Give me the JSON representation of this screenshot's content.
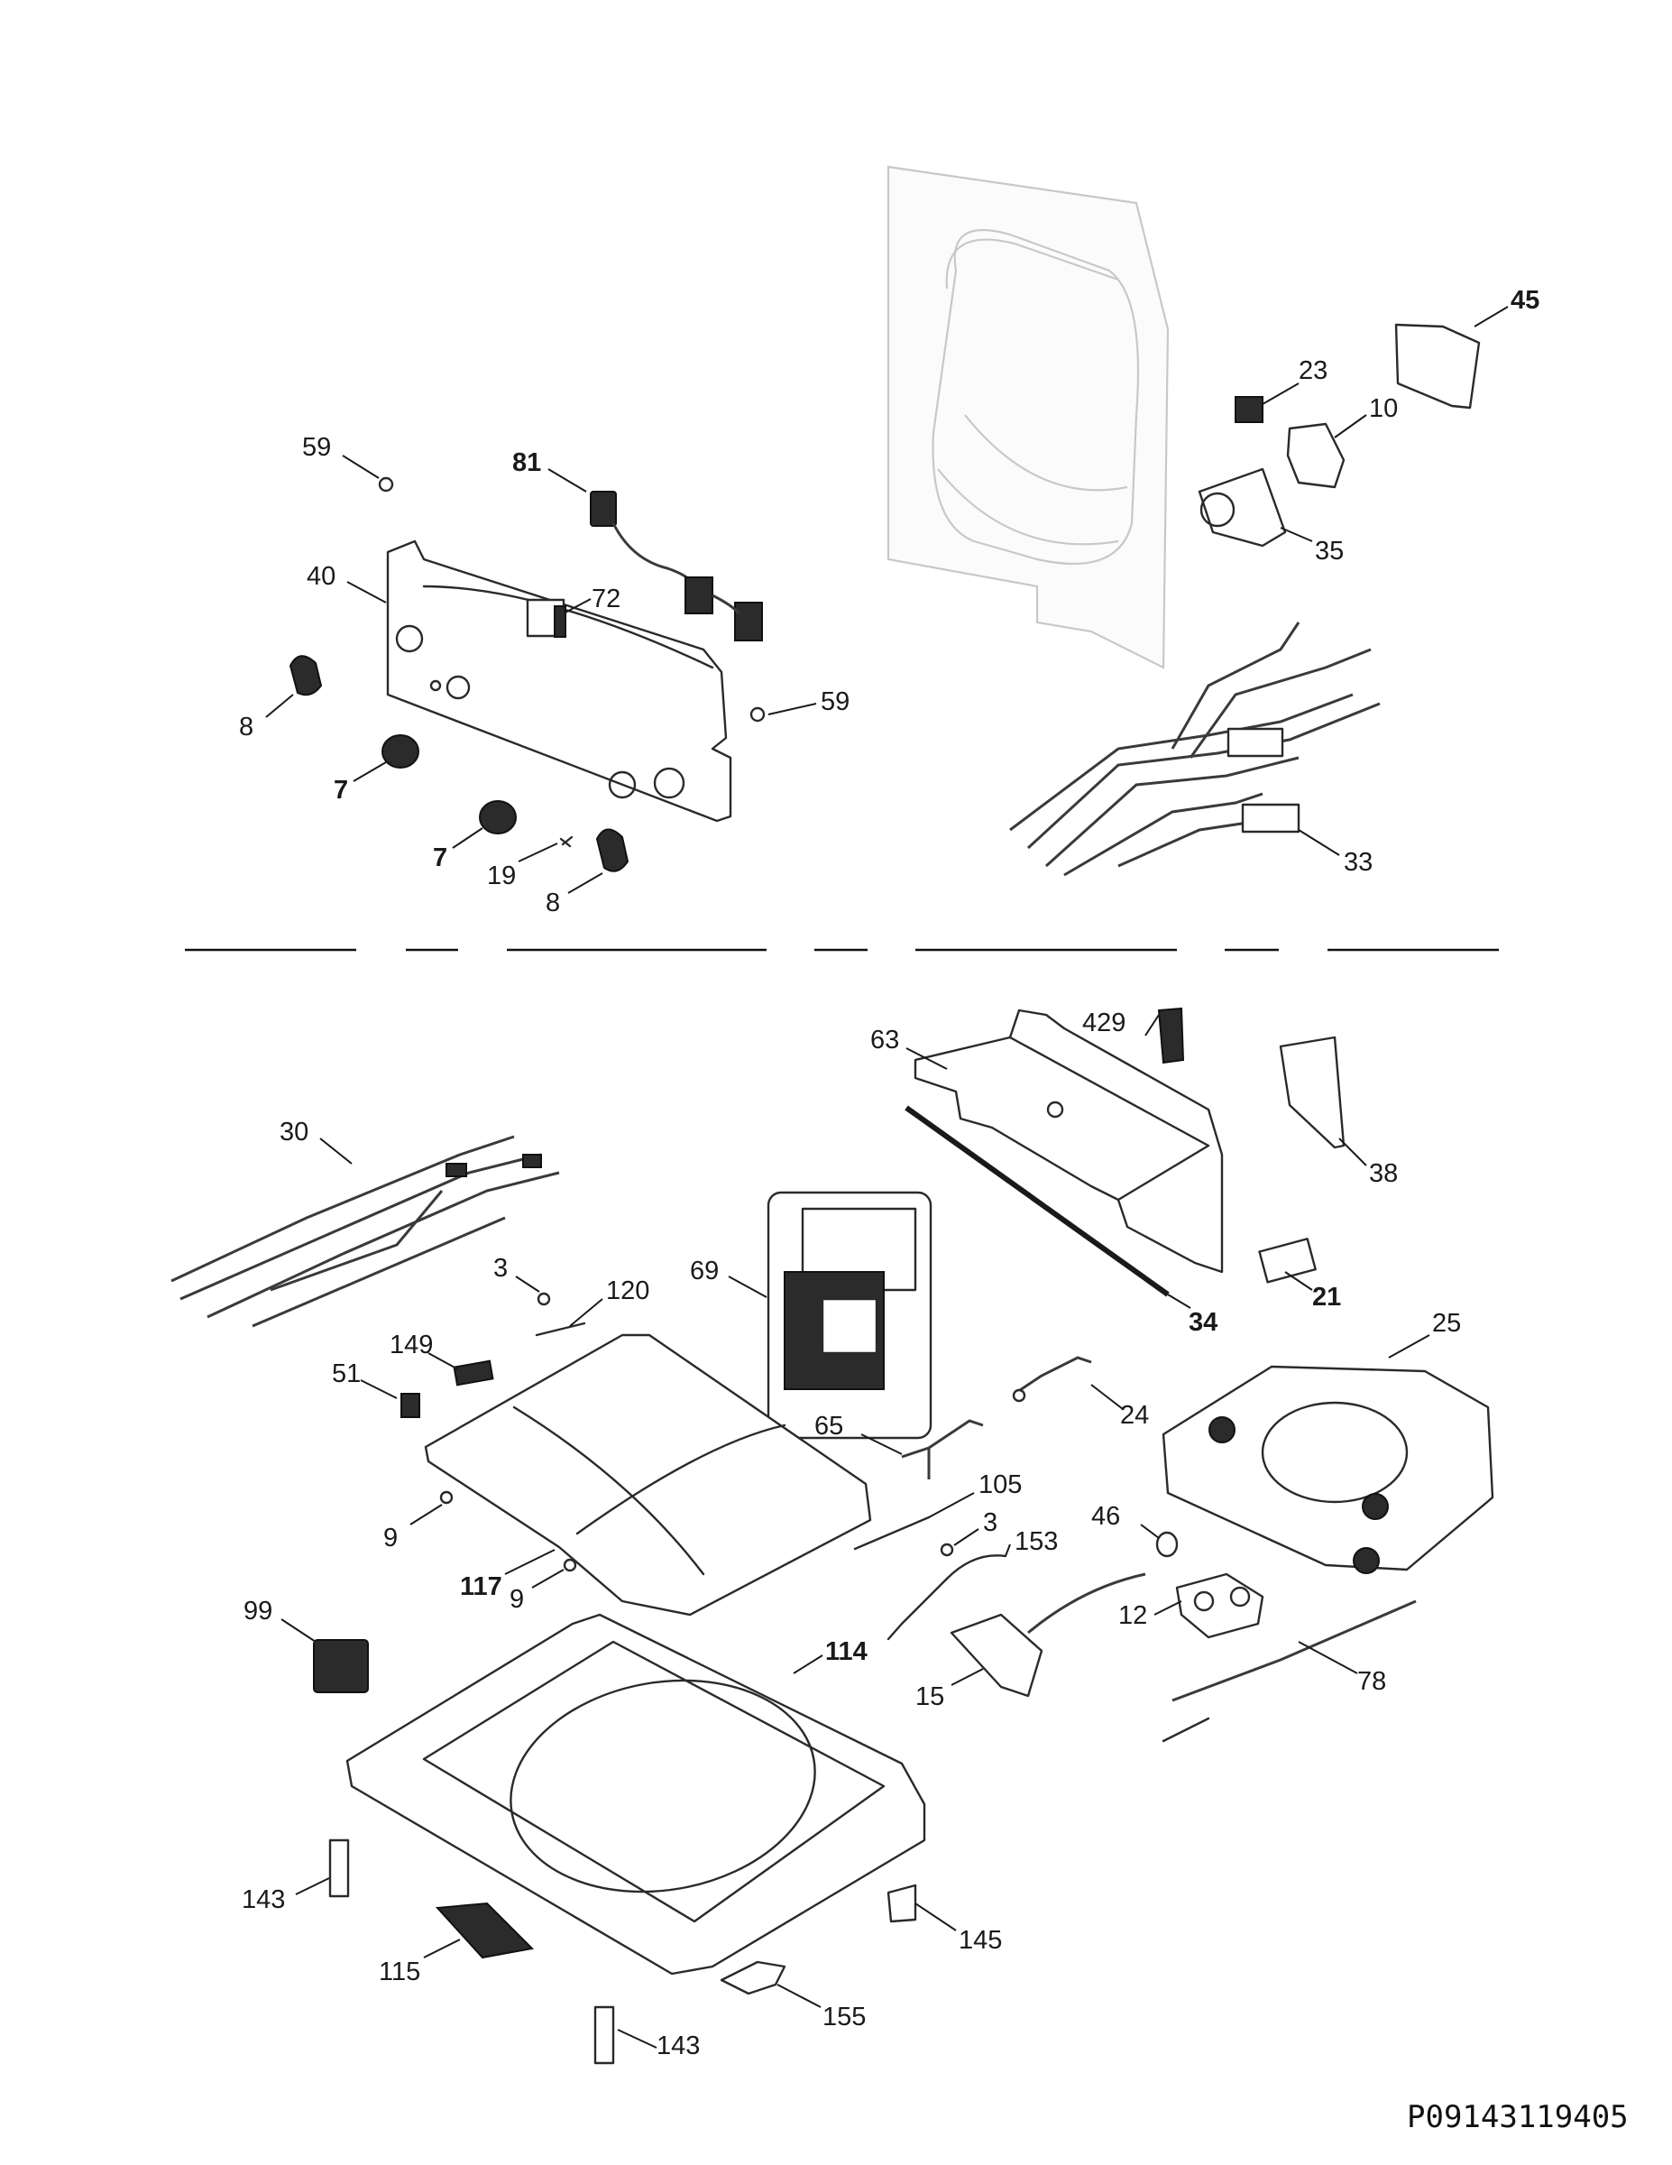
{
  "document_code": "P09143119405",
  "callouts": {
    "c59a": "59",
    "c81": "81",
    "c40": "40",
    "c72": "72",
    "c59b": "59",
    "c8a": "8",
    "c7a": "7",
    "c7b": "7",
    "c19": "19",
    "c8b": "8",
    "c45": "45",
    "c23": "23",
    "c10": "10",
    "c35": "35",
    "c33": "33",
    "c429": "429",
    "c63": "63",
    "c38": "38",
    "c30": "30",
    "c69": "69",
    "c34": "34",
    "c21": "21",
    "c3a": "3",
    "c120": "120",
    "c25": "25",
    "c149": "149",
    "c51": "51",
    "c24": "24",
    "c65": "65",
    "c105": "105",
    "c3b": "3",
    "c153": "153",
    "c46": "46",
    "c9a": "9",
    "c117": "117",
    "c9b": "9",
    "c12": "12",
    "c99": "99",
    "c114": "114",
    "c15": "15",
    "c78": "78",
    "c143a": "143",
    "c145": "145",
    "c115": "115",
    "c155": "155",
    "c143b": "143"
  }
}
